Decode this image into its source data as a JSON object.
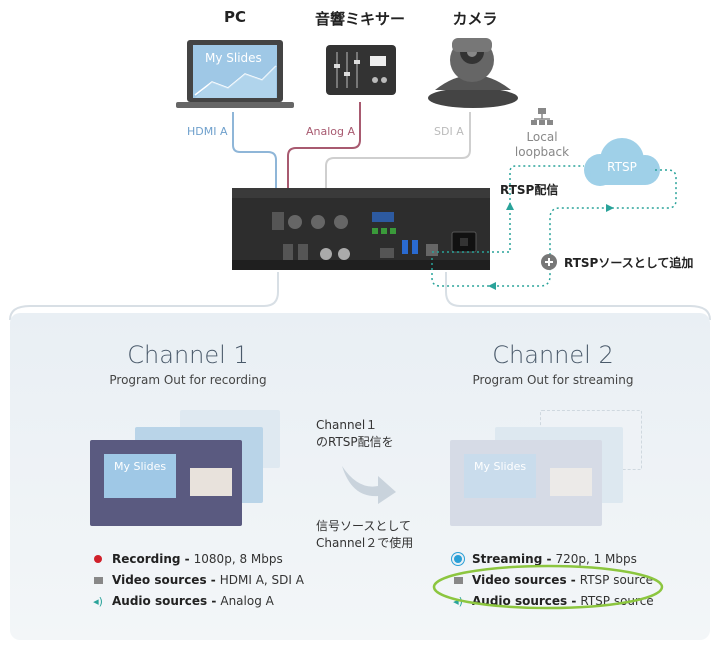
{
  "devices": {
    "pc": {
      "label": "PC",
      "screen_text": "My Slides",
      "screen_text_bold": "Slides"
    },
    "mixer": {
      "label": "音響ミキサー"
    },
    "camera": {
      "label": "カメラ"
    }
  },
  "cables": {
    "hdmi": "HDMI A",
    "analog": "Analog A",
    "sdi": "SDI A"
  },
  "loopback": {
    "line1": "Local",
    "line2": "loopback"
  },
  "rtsp_cloud": "RTSP",
  "rtsp_stream_label": "RTSP配信",
  "rtsp_add_label": "RTSPソースとして追加",
  "channel1": {
    "title": "Channel 1",
    "subtitle": "Program Out for recording",
    "slide_text": "My Slides",
    "rows": [
      {
        "bold": "Recording -",
        "text": "1080p, 8 Mbps"
      },
      {
        "bold": "Video sources -",
        "text": "HDMI A, SDI A"
      },
      {
        "bold": "Audio sources -",
        "text": "Analog A"
      }
    ]
  },
  "middle": {
    "top_line1": "Channel１",
    "top_line2": "のRTSP配信を",
    "bottom_line1": "信号ソースとして",
    "bottom_line2": "Channel２で使用"
  },
  "channel2": {
    "title": "Channel 2",
    "subtitle": "Program Out for streaming",
    "slide_text": "My Slides",
    "rows": [
      {
        "bold": "Streaming -",
        "text": "720p, 1 Mbps"
      },
      {
        "bold": "Video sources -",
        "text": "RTSP source"
      },
      {
        "bold": "Audio sources -",
        "text": "RTSP source"
      }
    ]
  },
  "colors": {
    "hdmi": "#8fb6d8",
    "analog": "#a85a70",
    "sdi": "#cfcfcf",
    "rtsp": "#2aa39a",
    "cloud": "#9fd0e8",
    "card": "#5a5a80",
    "highlight": "#8cc63f",
    "recording": "#d0202a",
    "streaming": "#2a9fd6"
  }
}
